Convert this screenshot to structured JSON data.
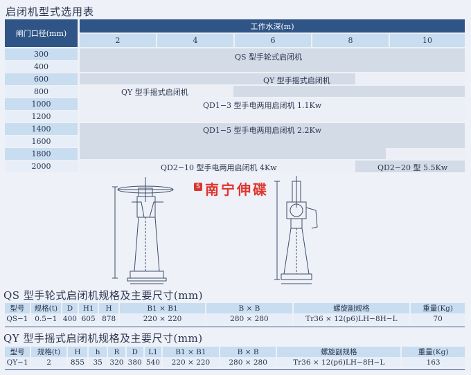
{
  "selection": {
    "title": "启闭机型式选用表",
    "header_left": "闸门口径(mm)",
    "header_top": "工作水深(m)",
    "depths": [
      "2",
      "4",
      "6",
      "8",
      "10"
    ],
    "apertures": [
      "300",
      "400",
      "600",
      "800",
      "1000",
      "1200",
      "1400",
      "1600",
      "1800",
      "2000"
    ],
    "zones": {
      "qs_hand_wheel": "QS 型手轮式启闭机",
      "qy_upper": "QY 型手摇式启闭机",
      "qy_lower": "QY 型手摇式启闭机",
      "qd1_3": "QD1−3 型手电两用启闭机 1.1Kw",
      "qd1_5": "QD1−5 型手电两用启闭机 2.2Kw",
      "qd2_10": "QD2−10 型手电两用启闭机 4Kw",
      "qd2_20": "QD2−20 型 5.5Kw"
    }
  },
  "brand": {
    "logo_letter": "S",
    "name": "南宁伸碟"
  },
  "qs_spec": {
    "title": "QS 型手轮式启闭机规格及主要尺寸(mm)",
    "headers": [
      "型号",
      "规格(t)",
      "D",
      "H1",
      "H",
      "B1 × B1",
      "B × B",
      "螺旋副规格",
      "重量(Kg)"
    ],
    "row": [
      "QS−1",
      "0.5−1",
      "400",
      "605",
      "878",
      "220 × 220",
      "280 × 280",
      "Tr36 × 12(p6)LH−8H−L",
      "70"
    ]
  },
  "qy_spec": {
    "title": "QY 型手摇式启闭机规格及主要尺寸(mm)",
    "headers": [
      "型号",
      "规格(t)",
      "H",
      "h",
      "R",
      "D",
      "L1",
      "B1 × B1",
      "B × B",
      "螺旋副规格",
      "重量(Kg)"
    ],
    "row": [
      "QY−1",
      "2",
      "855",
      "35",
      "320",
      "380",
      "540",
      "220 × 220",
      "280 × 280",
      "Tr36 × 12(p6)LH−8H−L",
      "163"
    ]
  },
  "colors": {
    "header_blue": "#2f5586",
    "cell_blue": "#c8ddf0",
    "brand_red": "#e0342e"
  }
}
